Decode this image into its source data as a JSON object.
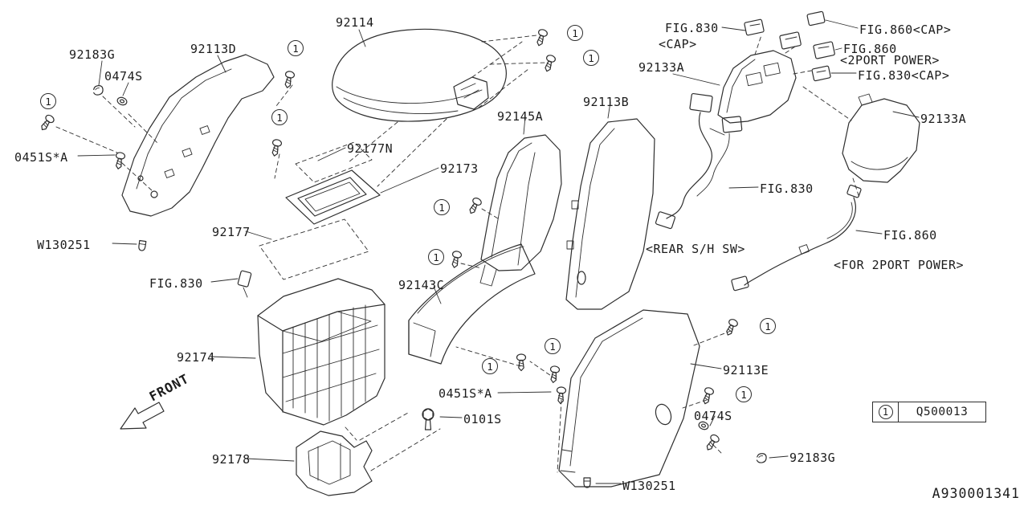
{
  "drawing_number": "A930001341",
  "front_arrow": {
    "label": "FRONT"
  },
  "callout": {
    "symbol": "1"
  },
  "legend": {
    "callout": "1",
    "part_number": "Q500013"
  },
  "parts": {
    "p92114": "92114",
    "p92183G": "92183G",
    "p92113D": "92113D",
    "p0474S": "0474S",
    "p0451SA": "0451S*A",
    "pW130251": "W130251",
    "p92174": "92174",
    "p92178": "92178",
    "p92177N": "92177N",
    "p92173": "92173",
    "p92177": "92177",
    "p92143C": "92143C",
    "p92145A": "92145A",
    "p92113B": "92113B",
    "p0101S": "0101S",
    "p92133A": "92133A",
    "p92113E": "92113E"
  },
  "figures": {
    "fig830": "FIG.830",
    "fig860": "FIG.860",
    "cap": "<CAP>",
    "fig860cap": "FIG.860<CAP>",
    "fig830cap": "FIG.830<CAP>",
    "twoport": "<2PORT POWER>",
    "rearshsw": "<REAR S/H SW>",
    "for2port": "<FOR 2PORT POWER>"
  }
}
